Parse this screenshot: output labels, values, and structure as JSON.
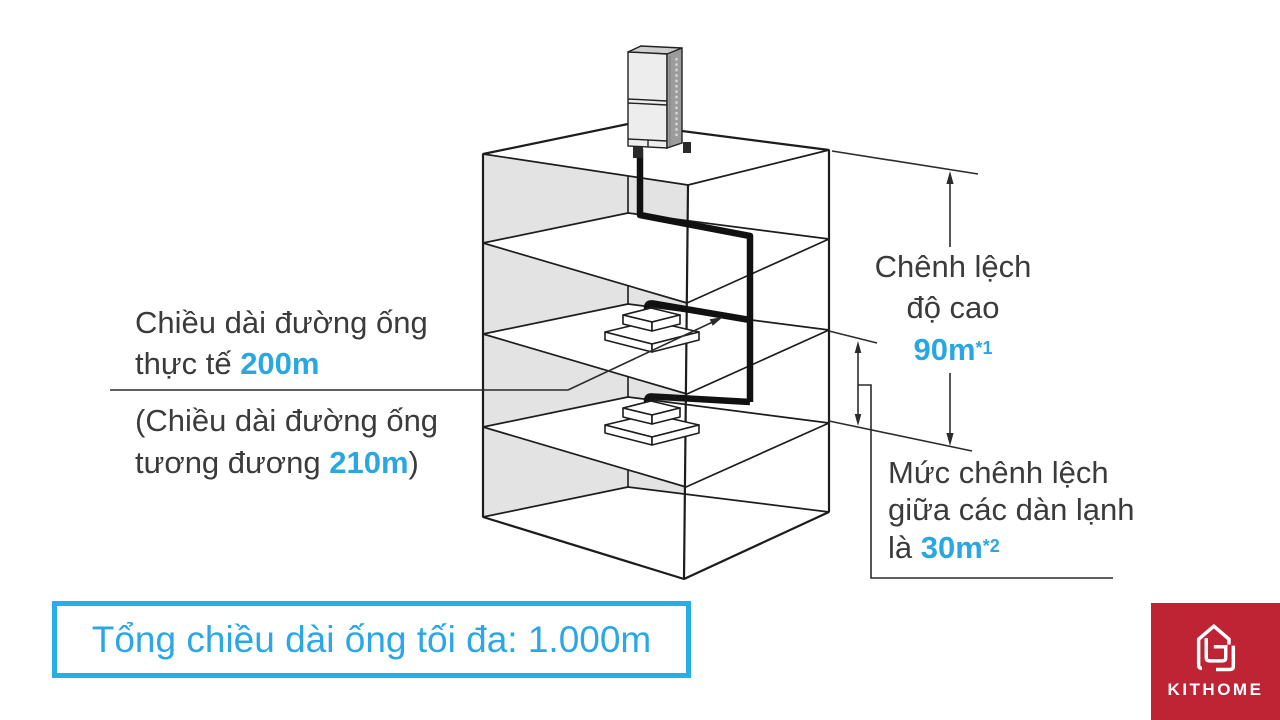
{
  "annotations": {
    "pipe_length": {
      "line1": "Chiều dài đường ống",
      "line2_prefix": "thực tế ",
      "value": "200m"
    },
    "equiv_length": {
      "line1": "(Chiều dài đường ống",
      "line2_prefix": "tương đương ",
      "value": "210m",
      "line2_suffix": ")"
    },
    "height_diff": {
      "line1": "Chênh lệch",
      "line2": "độ cao",
      "value": "90m",
      "footnote": "*1"
    },
    "indoor_diff": {
      "line1": "Mức chênh lệch",
      "line2": "giữa các dàn lạnh",
      "line3_prefix": "là ",
      "value": "30m",
      "footnote": "*2"
    },
    "total": {
      "label": "Tổng chiều dài ống tối đa: 1.000m"
    }
  },
  "branding": {
    "logo_text": "KITHOME"
  },
  "colors": {
    "accent_blue": "#2aa7e3",
    "box_border": "#25aeea",
    "box_text": "#2ba6e6",
    "logo_red": "#be2433",
    "ink": "#3b3b3b"
  }
}
